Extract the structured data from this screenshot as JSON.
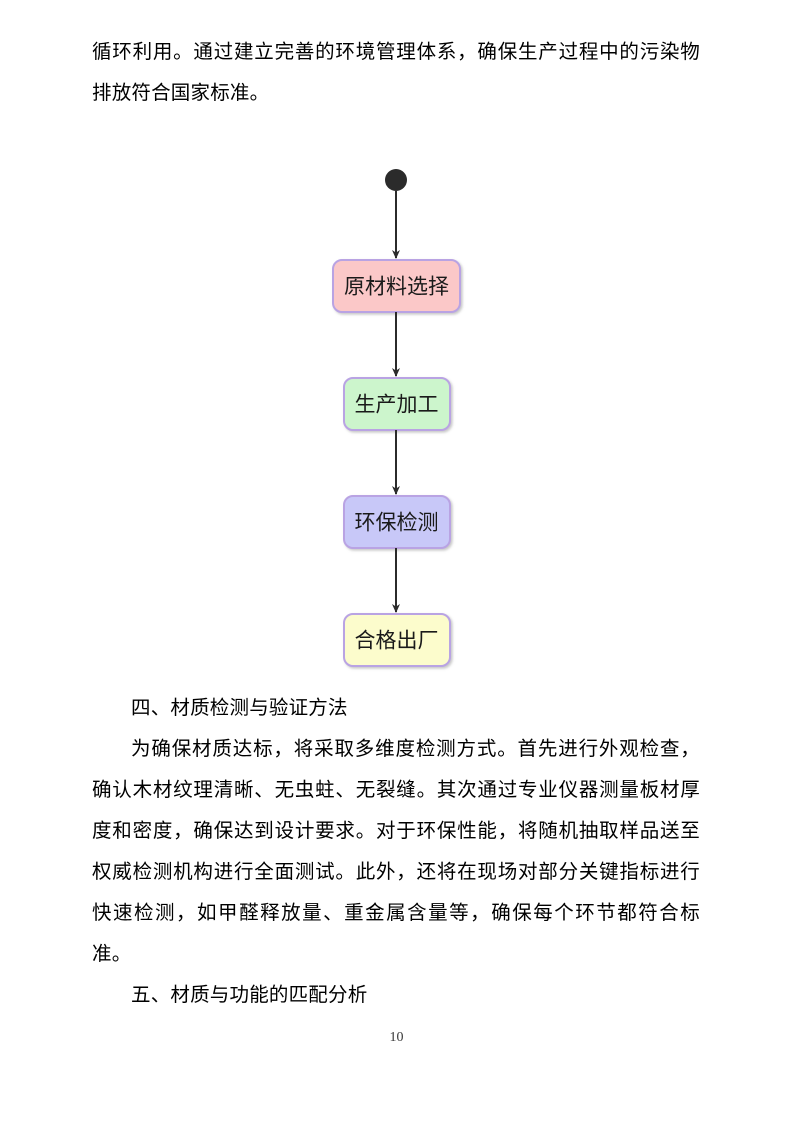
{
  "document": {
    "page_number": "10",
    "top_paragraph": "循环利用。通过建立完善的环境管理体系，确保生产过程中的污染物排放符合国家标准。",
    "heading_four": "四、材质检测与验证方法",
    "paragraph_four": "为确保材质达标，将采取多维度检测方式。首先进行外观检查，确认木材纹理清晰、无虫蛀、无裂缝。其次通过专业仪器测量板材厚度和密度，确保达到设计要求。对于环保性能，将随机抽取样品送至权威检测机构进行全面测试。此外，还将在现场对部分关键指标进行快速检测，如甲醛释放量、重金属含量等，确保每个环节都符合标准。",
    "heading_five": "五、材质与功能的匹配分析"
  },
  "flowchart": {
    "type": "flowchart",
    "orientation": "vertical",
    "start_node": {
      "name": "start-node",
      "shape": "filled-circle",
      "color": "#2b2b2b"
    },
    "nodes": [
      {
        "label": "原材料选择",
        "fill": "#fbc8c8",
        "stroke": "#b9a3e3"
      },
      {
        "label": "生产加工",
        "fill": "#ccf5cc",
        "stroke": "#b9a3e3"
      },
      {
        "label": "环保检测",
        "fill": "#c8c8f8",
        "stroke": "#b9a3e3"
      },
      {
        "label": "合格出厂",
        "fill": "#fcfccc",
        "stroke": "#b9a3e3"
      }
    ],
    "connector_color": "#2b2b2b"
  }
}
